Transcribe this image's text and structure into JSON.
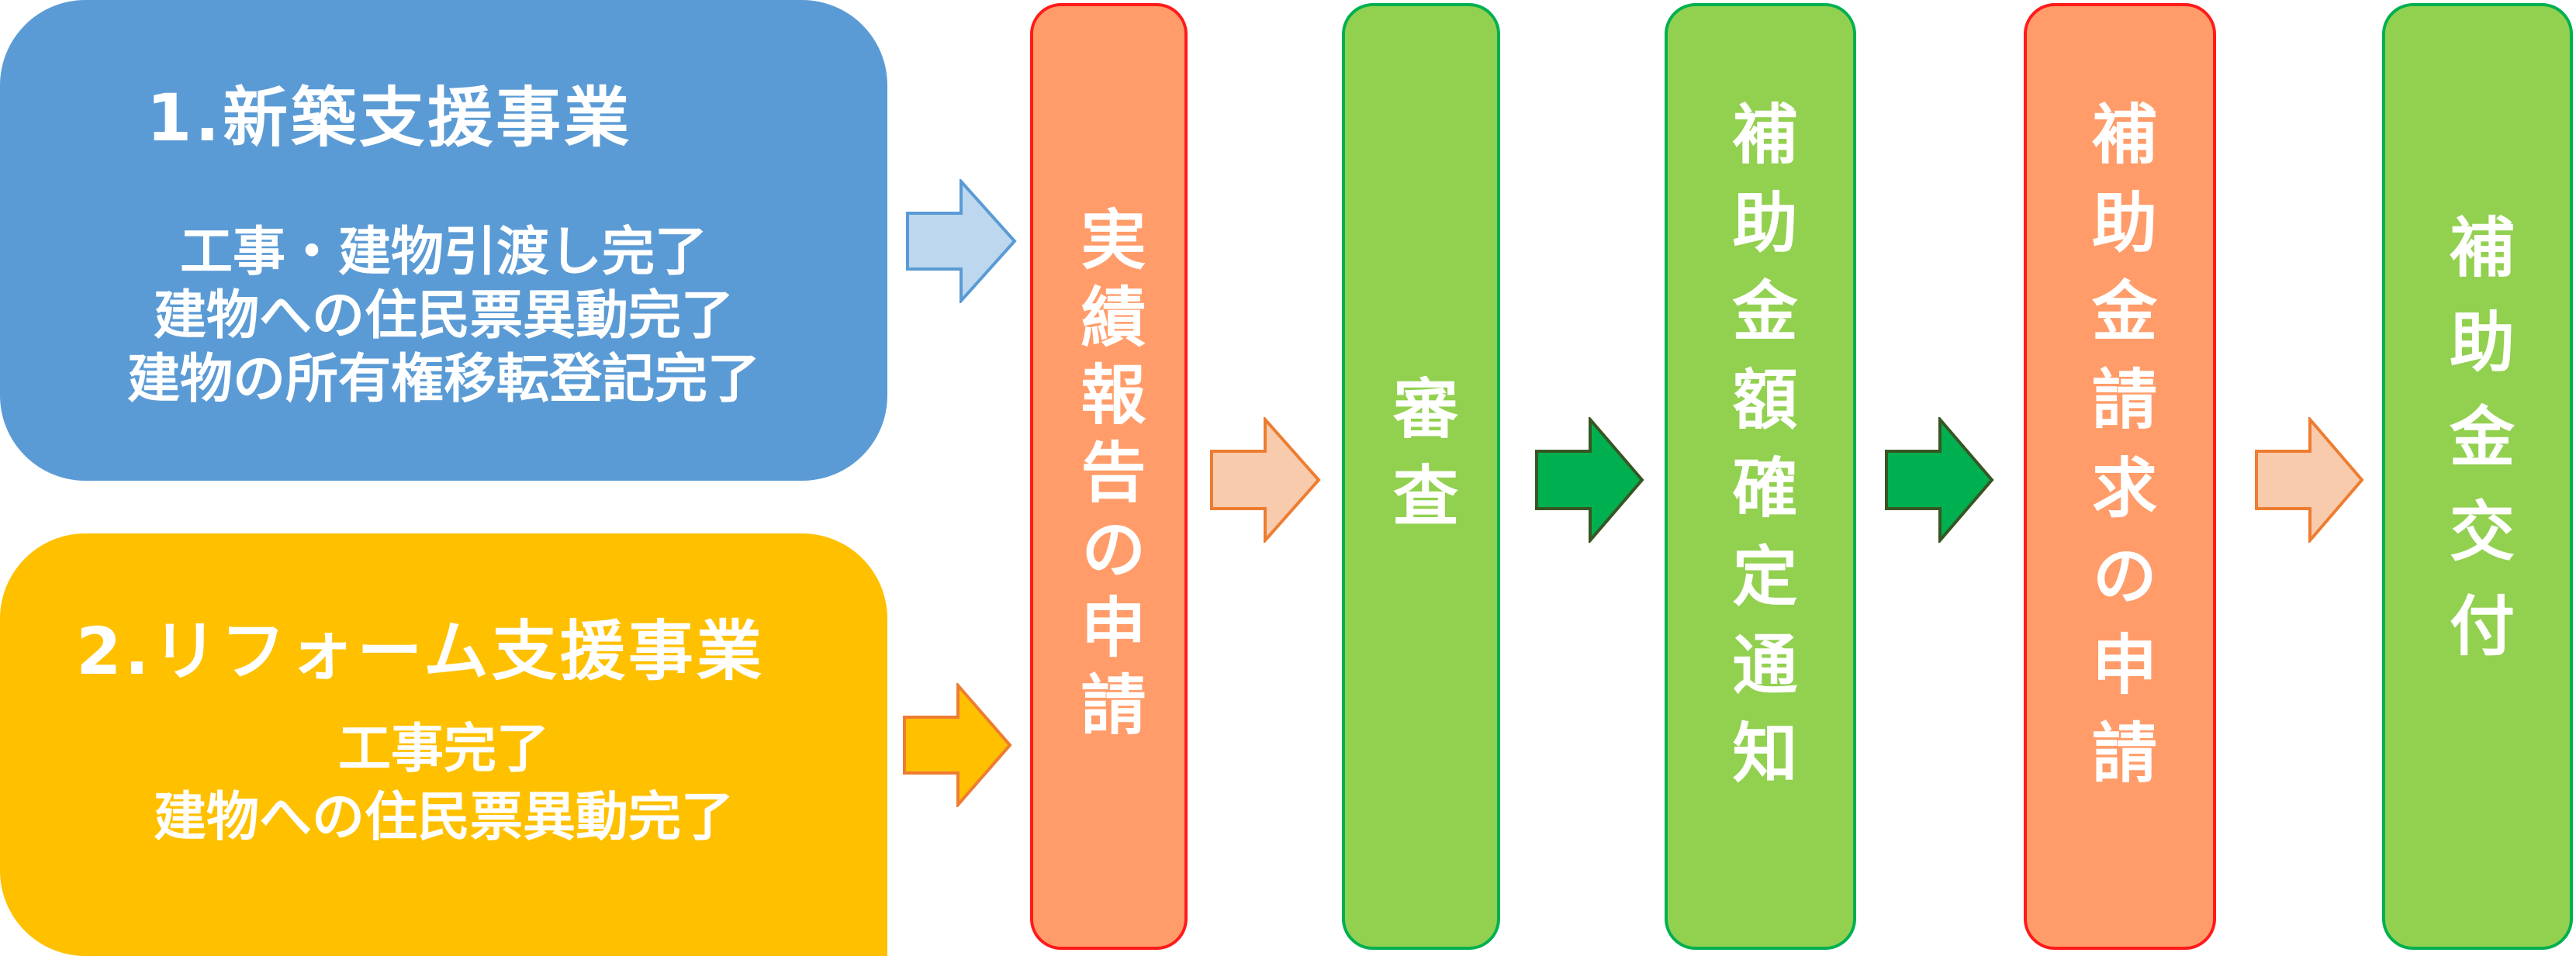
{
  "programs": [
    {
      "title": "1.新築支援事業",
      "conditions": [
        "工事・建物引渡し完了",
        "建物への住民票異動完了",
        "建物の所有権移転登記完了"
      ]
    },
    {
      "title": "2.リフォーム支援事業",
      "conditions": [
        "工事完了",
        "建物への住民票異動完了"
      ]
    }
  ],
  "steps": [
    {
      "label": "実績報告の申請"
    },
    {
      "label": "審査"
    },
    {
      "label": "補助金額確定通知"
    },
    {
      "label": "補助金請求の申請"
    },
    {
      "label": "補助金交付"
    }
  ],
  "colors": {
    "blue": "#5b9bd5",
    "yellow": "#ffc000",
    "orange": "#ff9c69",
    "green": "#92d050",
    "dark_green": "#00b050",
    "red": "#ff1a1a"
  }
}
